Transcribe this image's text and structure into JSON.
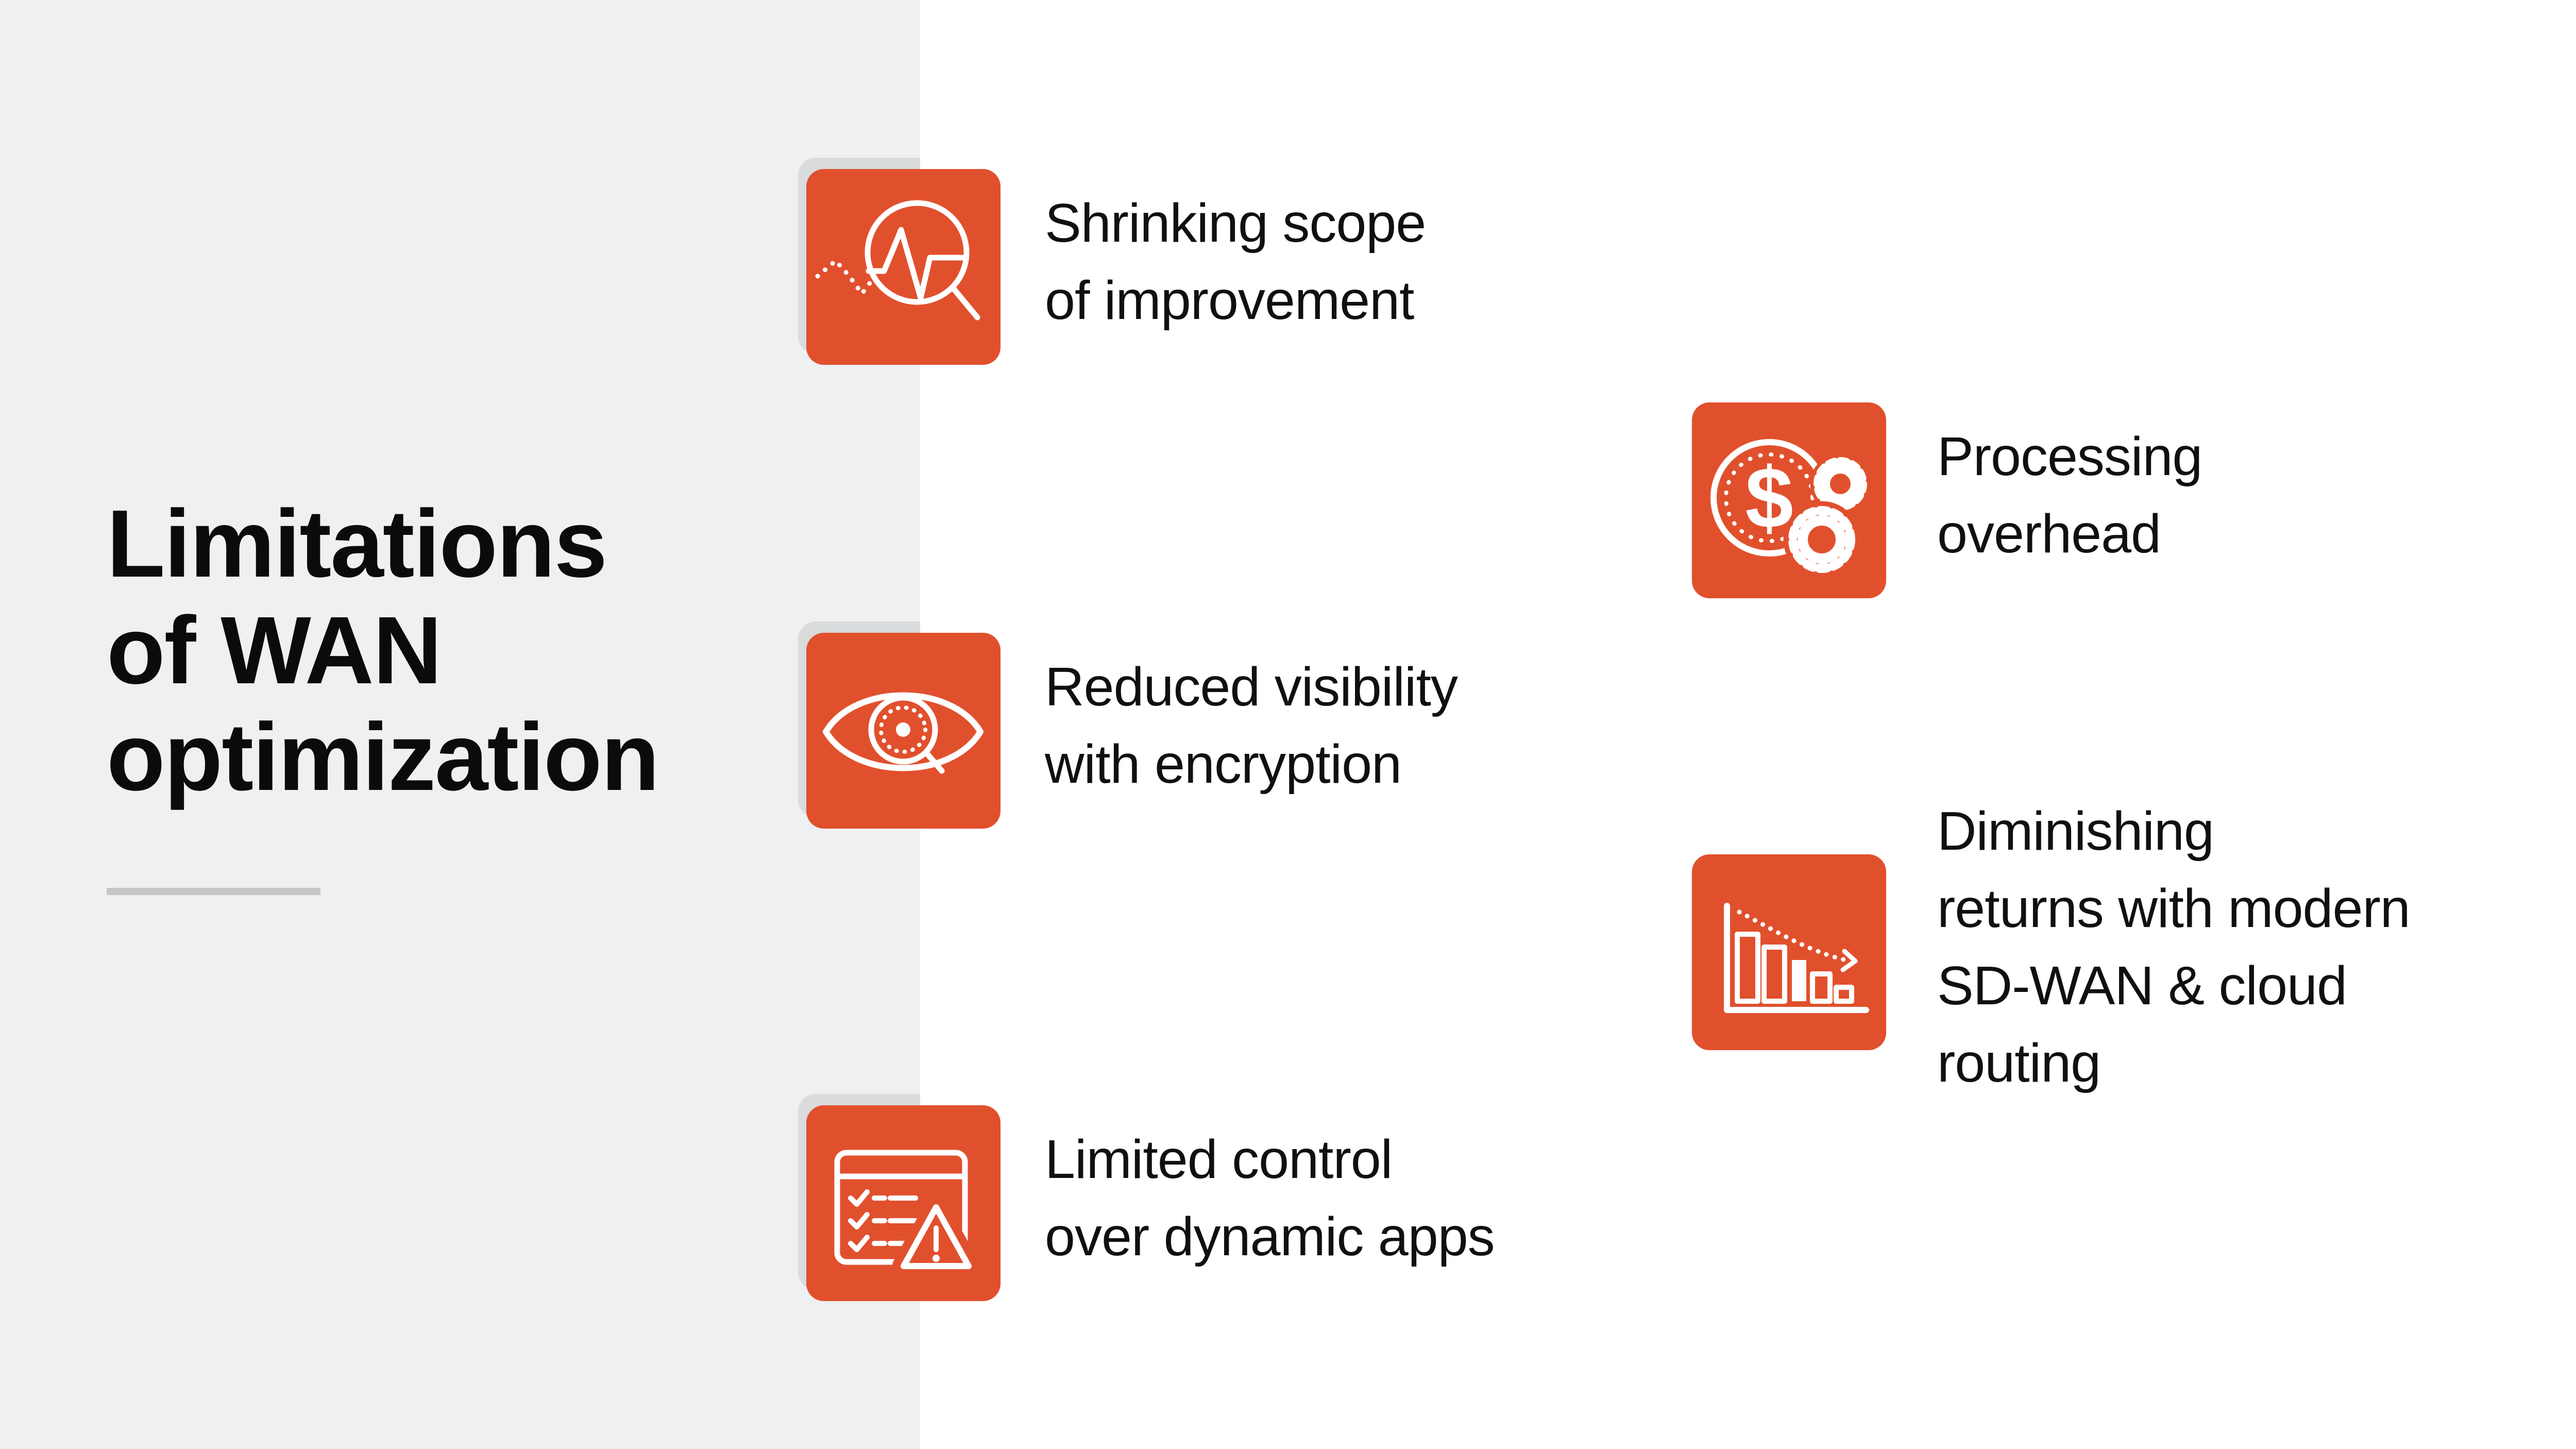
{
  "title": "Limitations\nof WAN\noptimization",
  "items": [
    {
      "id": "shrinking-scope",
      "icon": "pulse-magnifier-icon",
      "text": "Shrinking scope\nof improvement"
    },
    {
      "id": "processing-overhead",
      "icon": "dollar-gears-icon",
      "text": "Processing\noverhead"
    },
    {
      "id": "reduced-visibility",
      "icon": "eye-magnifier-icon",
      "text": "Reduced visibility\nwith encryption"
    },
    {
      "id": "diminishing-returns",
      "icon": "declining-bar-chart-icon",
      "text": "Diminishing\nreturns with modern\nSD-WAN & cloud\nrouting"
    },
    {
      "id": "limited-control",
      "icon": "checklist-warning-icon",
      "text": "Limited control\nover dynamic apps"
    }
  ],
  "icon_symbols": {
    "dollar": "$"
  },
  "colors": {
    "accent_orange": "#e1502d",
    "panel_gray": "#eef0f1",
    "tile_shadow_gray": "#d9dbdc",
    "divider_gray": "#c3c5c6",
    "text_black": "#101010",
    "icon_stroke": "#ffffff",
    "background": "#ffffff"
  }
}
